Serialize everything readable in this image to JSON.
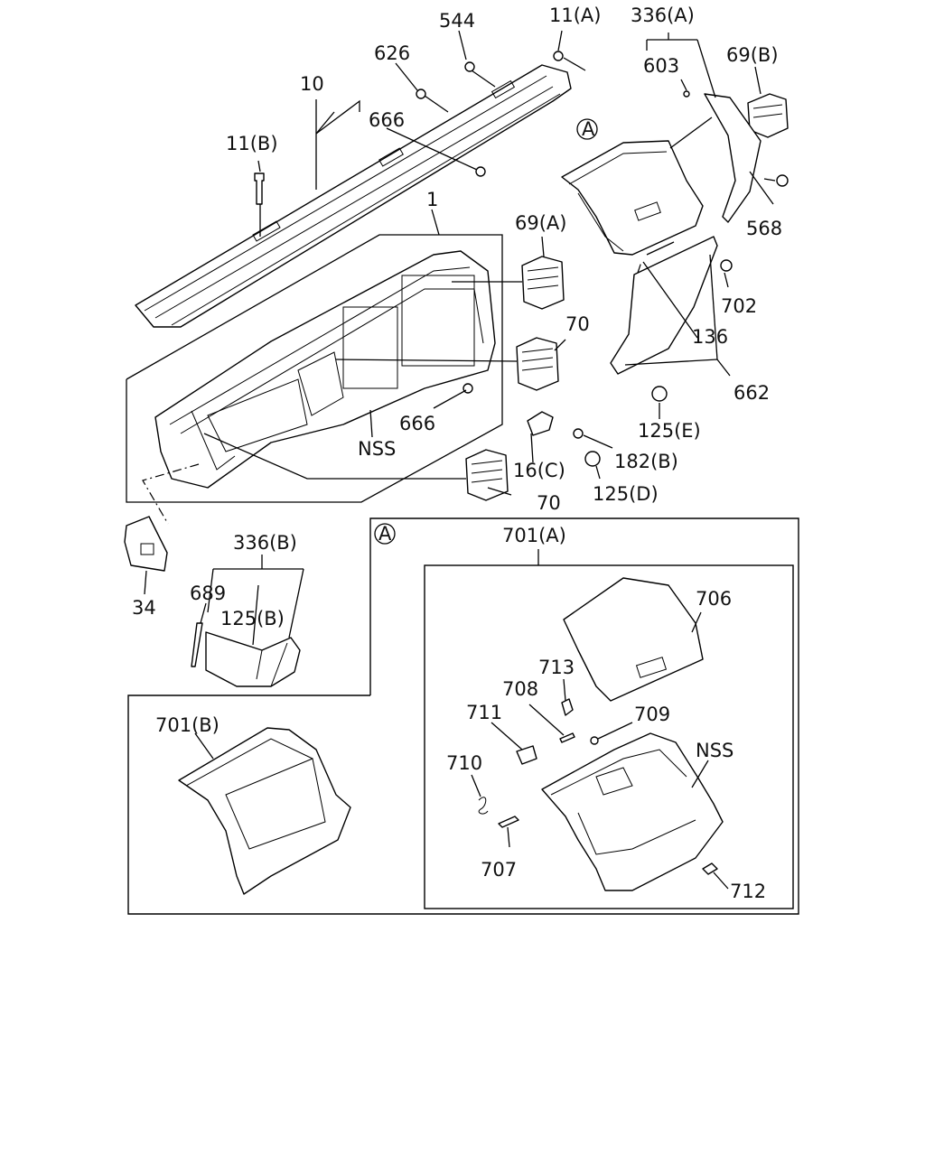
{
  "labels": {
    "l544": "544",
    "l11a": "11(A)",
    "l336a": "336(A)",
    "l626": "626",
    "l603": "603",
    "l69b": "69(B)",
    "l10": "10",
    "l666a": "666",
    "l11b": "11(B)",
    "l568": "568",
    "l1": "1",
    "l69a": "69(A)",
    "l702": "702",
    "l70a": "70",
    "l136": "136",
    "l662": "662",
    "l666b": "666",
    "lnss1": "NSS",
    "l125e": "125(E)",
    "l182b": "182(B)",
    "l16c": "16(C)",
    "l125d": "125(D)",
    "l70b": "70",
    "l34": "34",
    "l336b": "336(B)",
    "l689": "689",
    "l125b": "125(B)",
    "lA1": "A",
    "lA2": "A",
    "l701a": "701(A)",
    "l706": "706",
    "l713": "713",
    "l708": "708",
    "l711": "711",
    "l709": "709",
    "lnss2": "NSS",
    "l710": "710",
    "l707": "707",
    "l712": "712",
    "l701b": "701(B)"
  }
}
